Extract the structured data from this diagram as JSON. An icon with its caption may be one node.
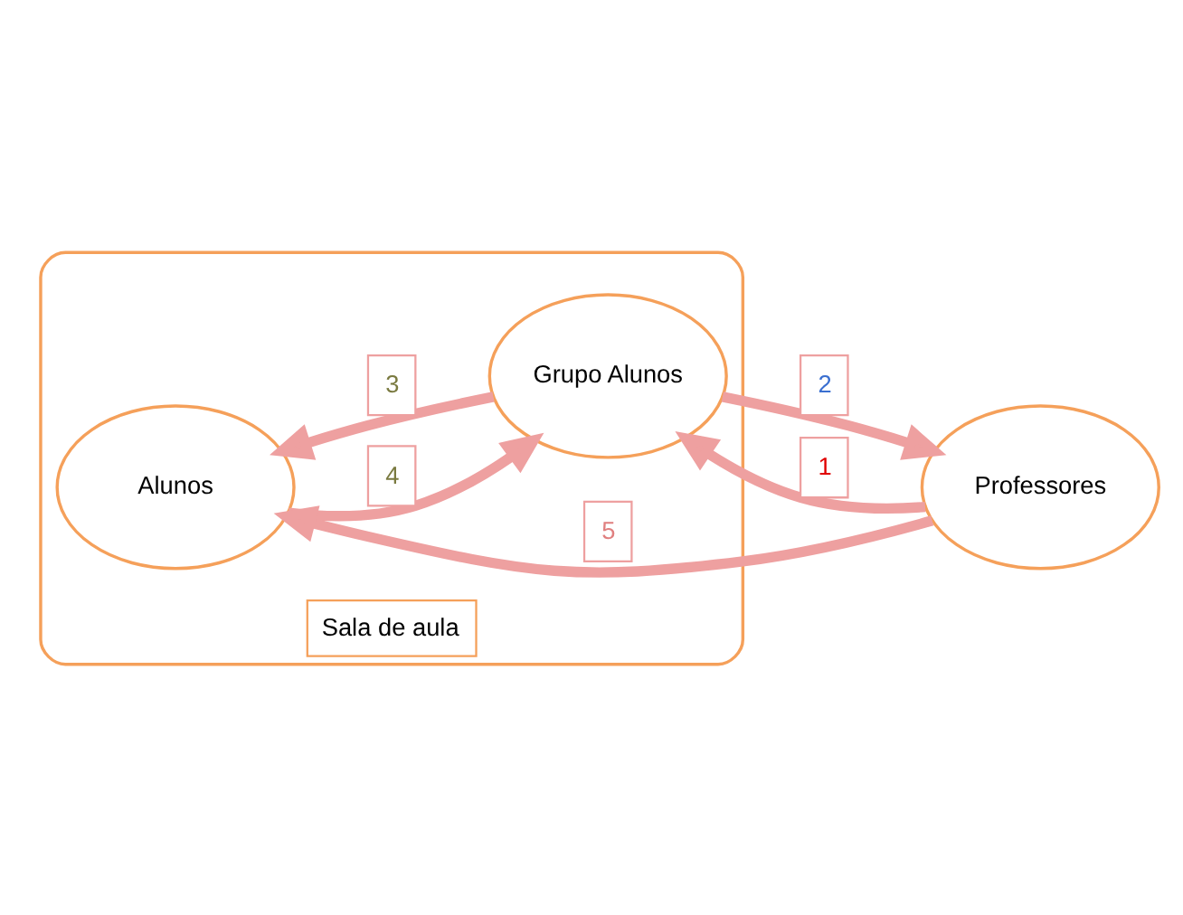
{
  "diagram": {
    "nodes": [
      {
        "text": [
          "Sala de aula"
        ]
      },
      {
        "text": [
          "Professores"
        ]
      },
      {
        "text": [
          "Alunos"
        ],
        "in": 0
      },
      {
        "text": [
          "Grupo Alunos"
        ],
        "in": 0
      }
    ],
    "edges": [
      {
        "from": 1,
        "to": 3,
        "arrow": "to",
        "label": "1"
      },
      {
        "from": 3,
        "to": 1,
        "arrow": "to",
        "label": "2"
      },
      {
        "from": 3,
        "to": 2,
        "arrow": "to",
        "label": "3"
      },
      {
        "from": 2,
        "to": 3,
        "arrow": "to",
        "label": "4"
      },
      {
        "from": 1,
        "to": 2,
        "arrow": "to",
        "label": "5"
      }
    ]
  }
}
